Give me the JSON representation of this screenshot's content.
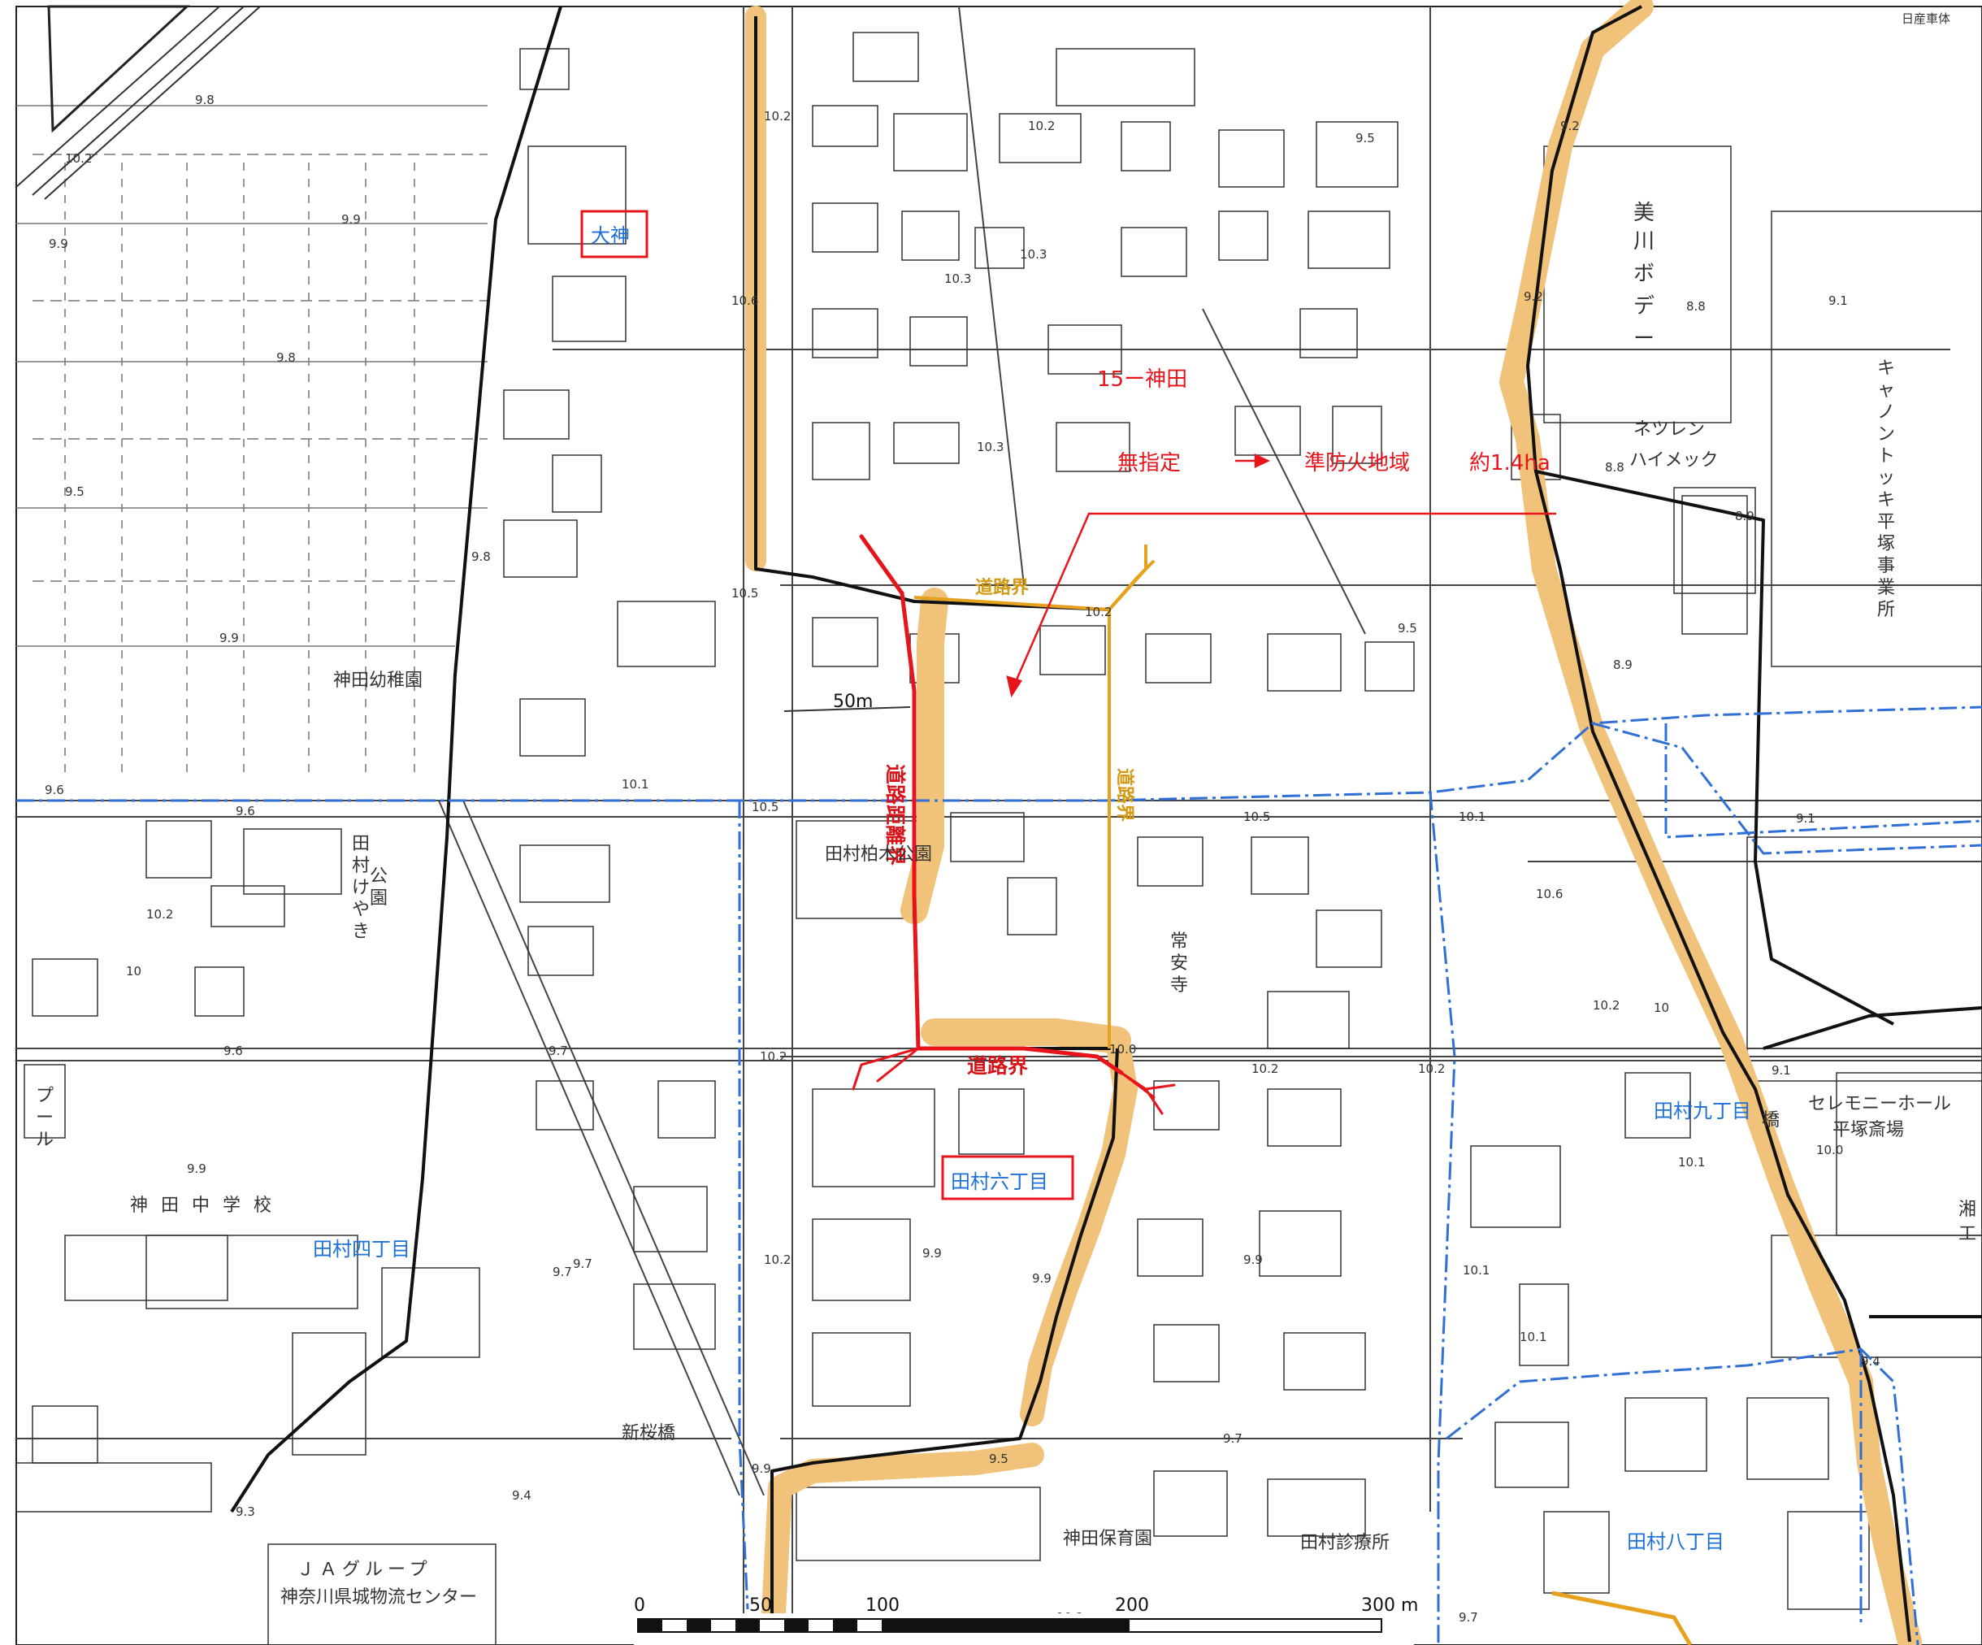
{
  "district_labels": {
    "omikami": "大神",
    "tamura_6": "田村六丁目",
    "tamura_4": "田村四丁目",
    "tamura_9": "田村九丁目",
    "tamura_8": "田村八丁目"
  },
  "annotations": {
    "area_id": "15ー神田",
    "from_zone": "無指定",
    "to_zone": "準防火地域",
    "area_size": "約1.4ha",
    "road_boundary_top": "道路界",
    "road_boundary_bottom": "道路界",
    "road_boundary_vertical": "道路界",
    "road_distance_boundary": "道路距離界",
    "dist_50m": "50m"
  },
  "facilities": {
    "kanda_kindergarten": "神田幼稚園",
    "kanda_jhs": "神田中学校",
    "tamura_keyaki_park": [
      "田",
      "村",
      "け",
      "や",
      "き",
      "公",
      "園"
    ],
    "tamura_kashiwagi_park": "田村柏木公園",
    "joanji": [
      "常",
      "安",
      "寺"
    ],
    "pool": [
      "プ",
      "ー",
      "ル"
    ],
    "kanda_nursery": "神田保育園",
    "tamura_clinic": "田村診療所",
    "shin_sakura_bridge": "新桜橋",
    "ja_line1": "ＪＡグループ",
    "ja_line2": "神奈川県城物流センター",
    "mikawa_body": [
      "美",
      "川",
      "ボ",
      "デ",
      "ー"
    ],
    "netsuren_1": "ネツレン",
    "netsuren_2": "ハイメック",
    "canon": [
      "キ",
      "ャ",
      "ノ",
      "ン",
      "ト",
      "ッ",
      "キ",
      "平",
      "塚",
      "事",
      "業",
      "所"
    ],
    "ceremony_1": "セレモニーホール",
    "ceremony_2": "平塚斎場",
    "shonan": [
      "湘",
      "工"
    ],
    "nissan_top": "日産車体",
    "bridge_kanji": "橋"
  },
  "elevations": [
    "9.8",
    "10.2",
    "9.9",
    "9.5",
    "9.8",
    "9.9",
    "9.8",
    "10.2",
    "10.6",
    "10.2",
    "9.5",
    "9.2",
    "9.2",
    "8.8",
    "9.1",
    "10.3",
    "10.3",
    "10.5",
    "9.9",
    "10.2",
    "9.5",
    "8.8",
    "8.9",
    "8.9",
    "10.1",
    "9.6",
    "9.6",
    "10.5",
    "10",
    "10.5",
    "10.1",
    "10.6",
    "9.1",
    "10.2",
    "10",
    "9.6",
    "9.7",
    "10.2",
    "10.0",
    "10.2",
    "10.2",
    "9.1",
    "9.9",
    "9.7",
    "10.2",
    "9.9",
    "9.9",
    "9.9",
    "10.1",
    "10.1",
    "10.0",
    "9.4",
    "9.7",
    "9.5",
    "9.9",
    "9.3",
    "9.4",
    "9.7",
    "10.2",
    "10.2",
    "9.7",
    "10.3",
    "10.1"
  ],
  "scale_bar": {
    "ticks": [
      "0",
      "50",
      "100",
      "200",
      "300 m"
    ]
  }
}
